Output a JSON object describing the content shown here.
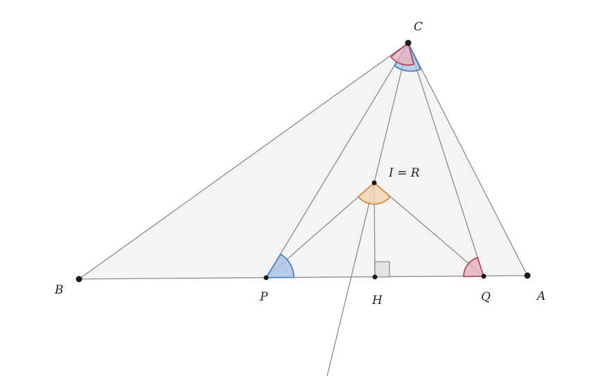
{
  "diagram": {
    "colors": {
      "background": "#ffffff",
      "triangle_fill": "#f4f4f4",
      "line": "#8c8c8c",
      "point": "#1a1a1a",
      "arc_blue_fill": "#aac4e6",
      "arc_blue_stroke": "#4a7fc0",
      "arc_red_fill": "#e8b4bf",
      "arc_red_stroke": "#b04a63",
      "arc_orange_fill": "#f3d2b4",
      "arc_orange_stroke": "#d98b45",
      "right_angle_fill": "#e3e3e3",
      "right_angle_stroke": "#777777"
    },
    "labels": {
      "A": "A",
      "B": "B",
      "C": "C",
      "P": "P",
      "Q": "Q",
      "H": "H",
      "I": "I = R"
    }
  }
}
